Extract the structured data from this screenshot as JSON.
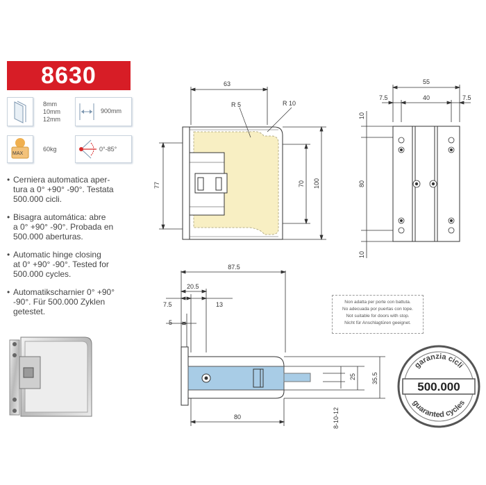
{
  "product": {
    "code": "8630"
  },
  "specs": {
    "glass_thickness": [
      "8mm",
      "10mm",
      "12mm"
    ],
    "max_width": "900mm",
    "max_weight_badge": "MAX",
    "max_weight": "60kg",
    "angle": "0°-85°"
  },
  "descriptions": [
    {
      "bullet": "•",
      "lines": [
        "Cerniera automatica aper-",
        "tura a 0° +90° -90°. Testata",
        "500.000 cicli."
      ]
    },
    {
      "bullet": "•",
      "lines": [
        "Bisagra automática: abre",
        "a 0° +90° -90°. Probada en",
        "500.000 aberturas."
      ]
    },
    {
      "bullet": "•",
      "lines": [
        "Automatic hinge closing",
        "at 0° +90° -90°. Tested for",
        "500.000 cycles."
      ]
    },
    {
      "bullet": "•",
      "lines": [
        "Automatikscharnier 0° +90°",
        "-90°. Für 500.000 Zyklen",
        "getestet."
      ]
    }
  ],
  "front_view": {
    "width_63": "63",
    "r5": "R 5",
    "r10": "R 10",
    "h77": "77",
    "h70": "70",
    "h100": "100"
  },
  "side_view": {
    "w55": "55",
    "w7_5_left": "7.5",
    "w40": "40",
    "w7_5_right": "7.5",
    "h10_top": "10",
    "h80": "80",
    "h10_bottom": "10"
  },
  "top_view": {
    "w87_5": "87.5",
    "w20_5": "20.5",
    "w7_5": "7.5",
    "w13": "13",
    "w5": "5",
    "w80": "80",
    "h25": "25",
    "h35_5": "35.5",
    "glass": "8-10-12"
  },
  "warning": [
    "Non adatta per porte con battuta.",
    "No adecuada por puertas con tope.",
    "Not suitable for doors with stop.",
    "Nicht für Anschlagtüren geeignet."
  ],
  "stamp": {
    "top_text": "garanzia cicli",
    "number": "500.000",
    "bottom_text": "guaranted cycles"
  },
  "colors": {
    "banner": "#d71d26",
    "highlight": "#f8efc3",
    "glass": "#a8cce6"
  }
}
